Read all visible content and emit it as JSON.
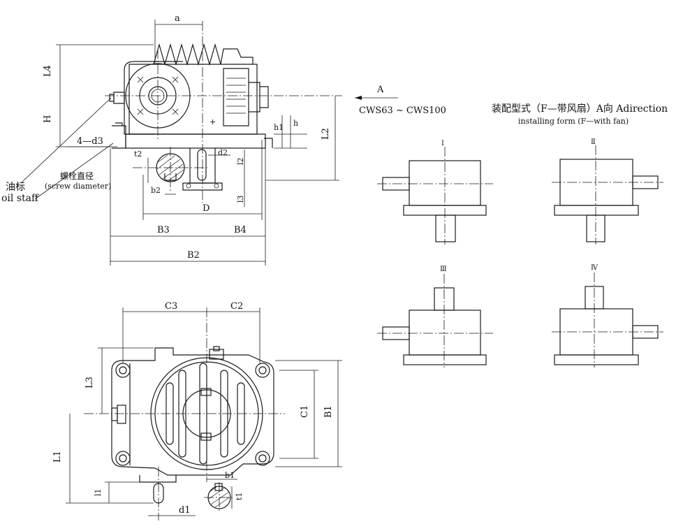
{
  "labels": {
    "a": "a",
    "l4": "L4",
    "h_cap": "H",
    "l2": "L2",
    "h_small": "h",
    "h1": "h1",
    "t2": "t2",
    "d2": "d2",
    "l2_small": "l2",
    "b2_small": "b2",
    "l3_small": "l3",
    "four_d3": "4—d3",
    "d_cap": "D",
    "b3": "B3",
    "b4": "B4",
    "b2": "B2",
    "c3": "C3",
    "c2": "C2",
    "l3_cap": "L3",
    "c1": "C1",
    "b1": "B1",
    "l1_cap": "L1",
    "l1_small": "l1",
    "b1_small": "b1",
    "t1": "t1",
    "d1": "d1"
  },
  "annotations": {
    "oil_cn": "油标",
    "oil_en": "oil staff",
    "screw_cn": "螺栓直径",
    "screw_en": "(screw diameter)",
    "arrow_a": "A",
    "model_range": "CWS63 ~ CWS100",
    "install_title": "装配型式（F—带风扇）A向 Adirection",
    "install_sub": "installing form (F—with fan)"
  },
  "forms": [
    {
      "roman": "Ⅰ"
    },
    {
      "roman": "Ⅱ"
    },
    {
      "roman": "Ⅲ"
    },
    {
      "roman": "Ⅳ"
    }
  ]
}
